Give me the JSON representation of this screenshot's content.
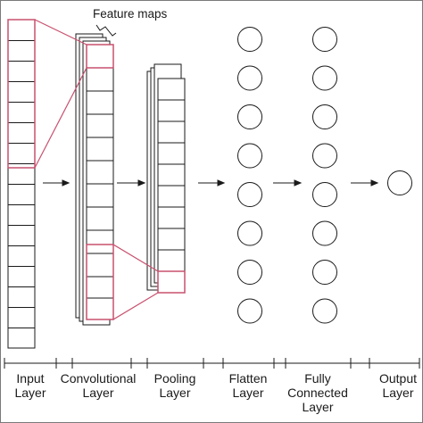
{
  "annotation": {
    "feature_maps": "Feature maps"
  },
  "layers": [
    {
      "id": "input",
      "label": "Input Layer",
      "lines": [
        "Input",
        "Layer"
      ]
    },
    {
      "id": "conv",
      "label": "Convolutional Layer",
      "lines": [
        "Convolutional",
        "Layer"
      ]
    },
    {
      "id": "pool",
      "label": "Pooling Layer",
      "lines": [
        "Pooling",
        "Layer"
      ]
    },
    {
      "id": "flatten",
      "label": "Flatten Layer",
      "lines": [
        "Flatten",
        "Layer"
      ]
    },
    {
      "id": "fc",
      "label": "Fully Connected Layer",
      "lines": [
        "Fully",
        "Connected",
        "Layer"
      ]
    },
    {
      "id": "output",
      "label": "Output Layer",
      "lines": [
        "Output",
        "Layer"
      ]
    }
  ],
  "colors": {
    "highlight": "#c8506e",
    "stroke": "#1a1a1a",
    "light": "#888888"
  }
}
